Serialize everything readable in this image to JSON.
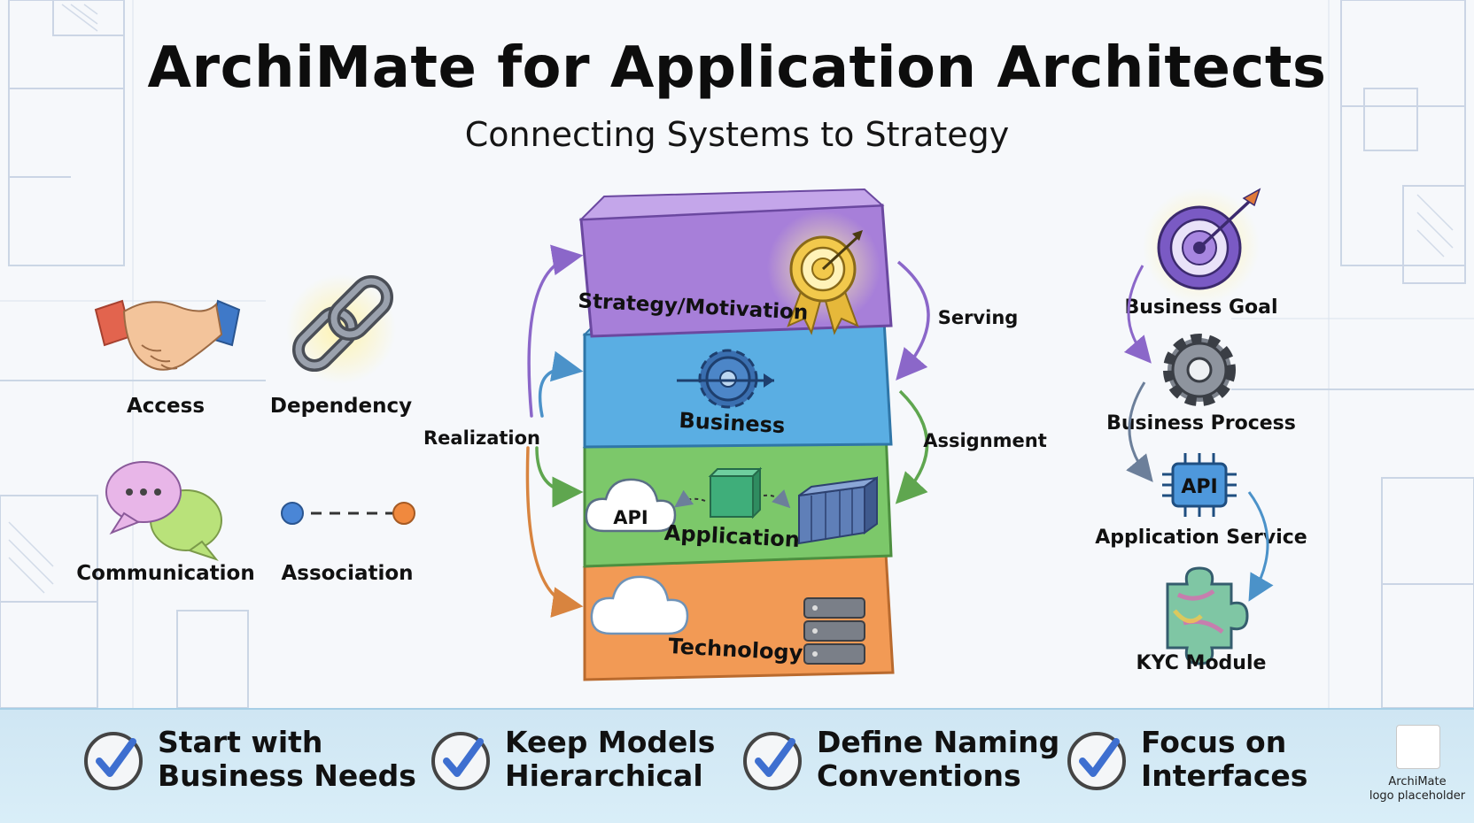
{
  "header": {
    "title": "ArchiMate for Application Architects",
    "subtitle": "Connecting Systems to Strategy"
  },
  "relationships": [
    {
      "label": "Access",
      "icon": "handshake-icon"
    },
    {
      "label": "Dependency",
      "icon": "chain-link-icon"
    },
    {
      "label": "Communication",
      "icon": "speech-bubbles-icon"
    },
    {
      "label": "Association",
      "icon": "dotted-line-icon"
    }
  ],
  "layers": [
    {
      "label": "Strategy/Motivation",
      "color": "#a77fd9"
    },
    {
      "label": "Business",
      "color": "#5aaee3"
    },
    {
      "label": "Application",
      "color": "#7cc86a",
      "badge": "API"
    },
    {
      "label": "Technology",
      "color": "#f29a55"
    }
  ],
  "arrows": {
    "realization": "Realization",
    "serving": "Serving",
    "assignment": "Assignment"
  },
  "chain": [
    {
      "label": "Business Goal",
      "icon": "target-icon"
    },
    {
      "label": "Business Process",
      "icon": "gear-icon"
    },
    {
      "label": "Application Service",
      "icon": "api-chip-icon",
      "badge": "API"
    },
    {
      "label": "KYC Module",
      "icon": "puzzle-piece-icon"
    }
  ],
  "tips": [
    {
      "text": "Start with\nBusiness Needs"
    },
    {
      "text": "Keep Models\nHierarchical"
    },
    {
      "text": "Define Naming\nConventions"
    },
    {
      "text": "Focus on\nInterfaces"
    }
  ],
  "logo": {
    "text": "ArchiMate\nlogo placeholder"
  }
}
